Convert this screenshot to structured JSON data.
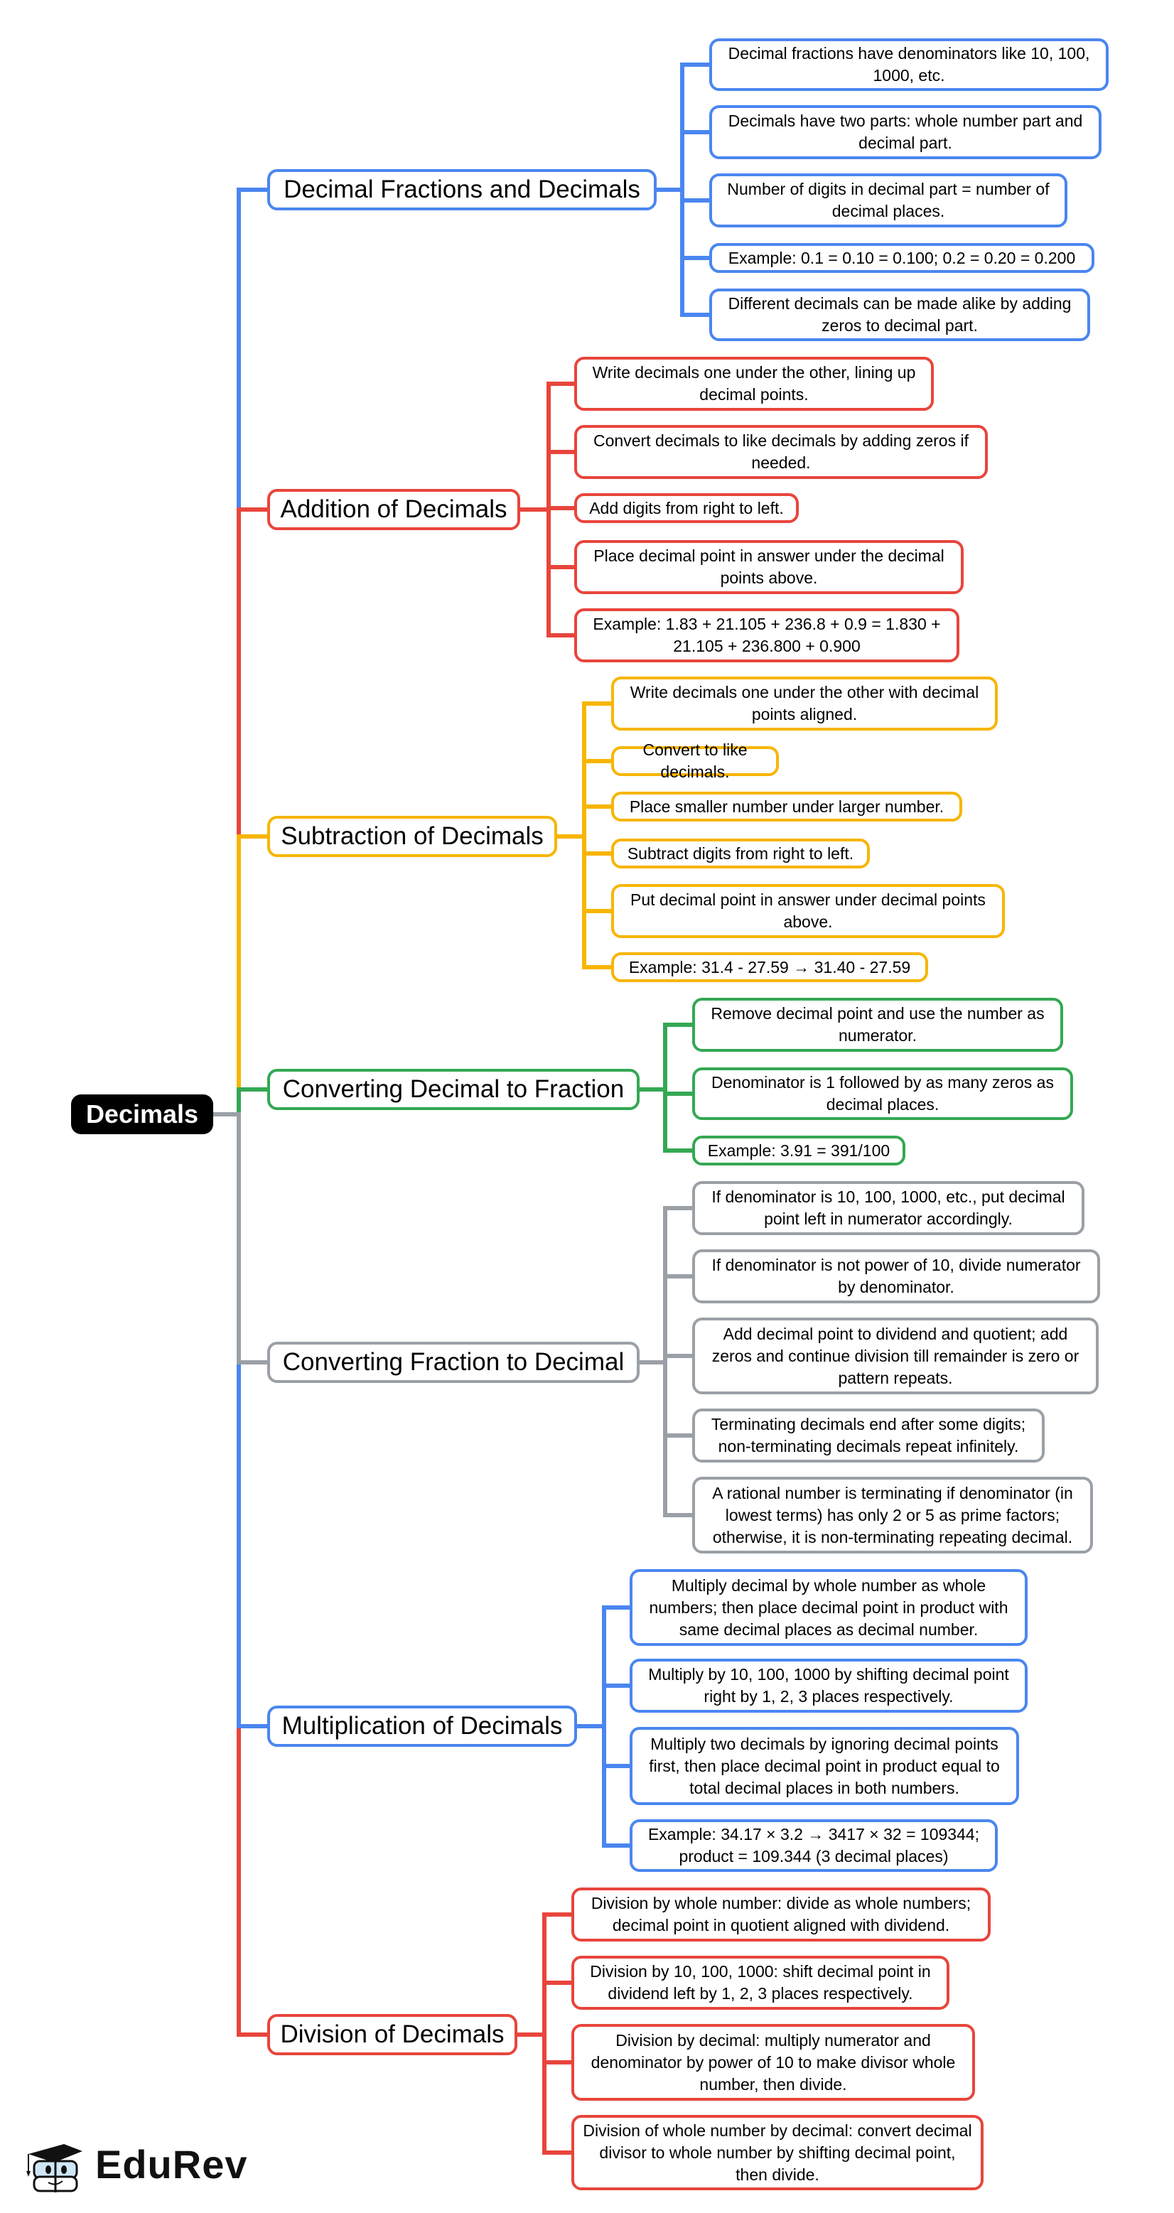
{
  "root": {
    "label": "Decimals"
  },
  "colors": {
    "blue": "#4a86f0",
    "red": "#e8453c",
    "yellow": "#f7b500",
    "green": "#34a853",
    "gray": "#9aa0a6",
    "root": "#000000"
  },
  "branches": [
    {
      "label": "Decimal Fractions and Decimals",
      "color": "#4a86f0",
      "children": [
        "Decimal fractions have denominators like 10, 100, 1000, etc.",
        "Decimals have two parts: whole number part and decimal part.",
        "Number of digits in decimal part = number of decimal places.",
        "Example: 0.1 = 0.10 = 0.100; 0.2 = 0.20 = 0.200",
        "Different decimals can be made alike by adding zeros to decimal part."
      ]
    },
    {
      "label": "Addition of Decimals",
      "color": "#e8453c",
      "children": [
        "Write decimals one under the other, lining up decimal points.",
        "Convert decimals to like decimals by adding zeros if needed.",
        "Add digits from right to left.",
        "Place decimal point in answer under the decimal points above.",
        "Example: 1.83 + 21.105 + 236.8 + 0.9 = 1.830 + 21.105 + 236.800 + 0.900"
      ]
    },
    {
      "label": "Subtraction of Decimals",
      "color": "#f7b500",
      "children": [
        "Write decimals one under the other with decimal points aligned.",
        "Convert to like decimals.",
        "Place smaller number under larger number.",
        "Subtract digits from right to left.",
        "Put decimal point in answer under decimal points above.",
        "Example: 31.4 - 27.59 → 31.40 - 27.59"
      ]
    },
    {
      "label": "Converting Decimal to Fraction",
      "color": "#34a853",
      "children": [
        "Remove decimal point and use the number as numerator.",
        "Denominator is 1 followed by as many zeros as decimal places.",
        "Example: 3.91 = 391/100"
      ]
    },
    {
      "label": "Converting Fraction to Decimal",
      "color": "#9aa0a6",
      "children": [
        "If denominator is 10, 100, 1000, etc., put decimal point left in numerator accordingly.",
        "If denominator is not power of 10, divide numerator by denominator.",
        "Add decimal point to dividend and quotient; add zeros and continue division till remainder is zero or pattern repeats.",
        "Terminating decimals end after some digits; non-terminating decimals repeat infinitely.",
        "A rational number is terminating if denominator (in lowest terms) has only 2 or 5 as prime factors; otherwise, it is non-terminating repeating decimal."
      ]
    },
    {
      "label": "Multiplication of Decimals",
      "color": "#4a86f0",
      "children": [
        "Multiply decimal by whole number as whole numbers; then place decimal point in product with same decimal places as decimal number.",
        "Multiply by 10, 100, 1000 by shifting decimal point right by 1, 2, 3 places respectively.",
        "Multiply two decimals by ignoring decimal points first, then place decimal point in product equal to total decimal places in both numbers.",
        "Example: 34.17 × 3.2 → 3417 × 32 = 109344; product = 109.344 (3 decimal places)"
      ]
    },
    {
      "label": "Division of Decimals",
      "color": "#e8453c",
      "children": [
        "Division by whole number: divide as whole numbers; decimal point in quotient aligned with dividend.",
        "Division by 10, 100, 1000: shift decimal point in dividend left by 1, 2, 3 places respectively.",
        "Division by decimal: multiply numerator and denominator by power of 10 to make divisor whole number, then divide.",
        "Division of whole number by decimal: convert decimal divisor to whole number by shifting decimal point, then divide."
      ]
    }
  ],
  "logo": {
    "text": "EduRev"
  }
}
